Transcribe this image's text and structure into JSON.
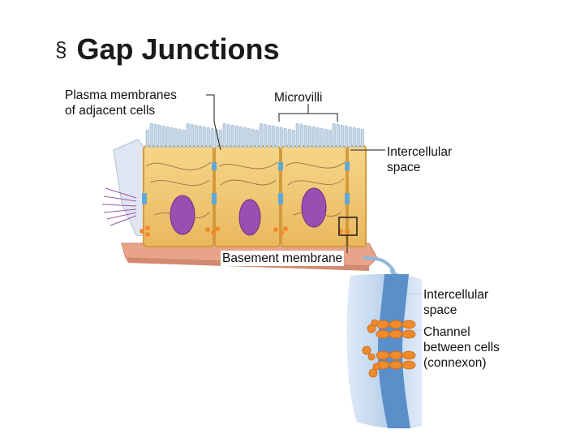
{
  "slide": {
    "bullet": "§",
    "title": "Gap Junctions"
  },
  "labels": {
    "plasma_membranes_1": "Plasma membranes",
    "plasma_membranes_2": "of adjacent cells",
    "microvilli": "Microvilli",
    "intercellular_space_top_1": "Intercellular",
    "intercellular_space_top_2": "space",
    "basement_membrane": "Basement membrane",
    "intercellular_space_inset_1": "Intercellular",
    "intercellular_space_inset_2": "space",
    "channel_1": "Channel",
    "channel_2": "between cells",
    "channel_3": "(connexon)"
  },
  "colors": {
    "cytoplasm": "#f2c572",
    "cell_border": "#d49a3a",
    "microvilli": "#b8cfe0",
    "nucleus": "#9a4fb0",
    "basement": "#e8a48a",
    "junction": "#5fa9d6",
    "connexon": "#f08a2a",
    "inset_bg": "#b9d3ee",
    "inset_space": "#5b8fc9",
    "arrow": "#8fb7d8"
  }
}
